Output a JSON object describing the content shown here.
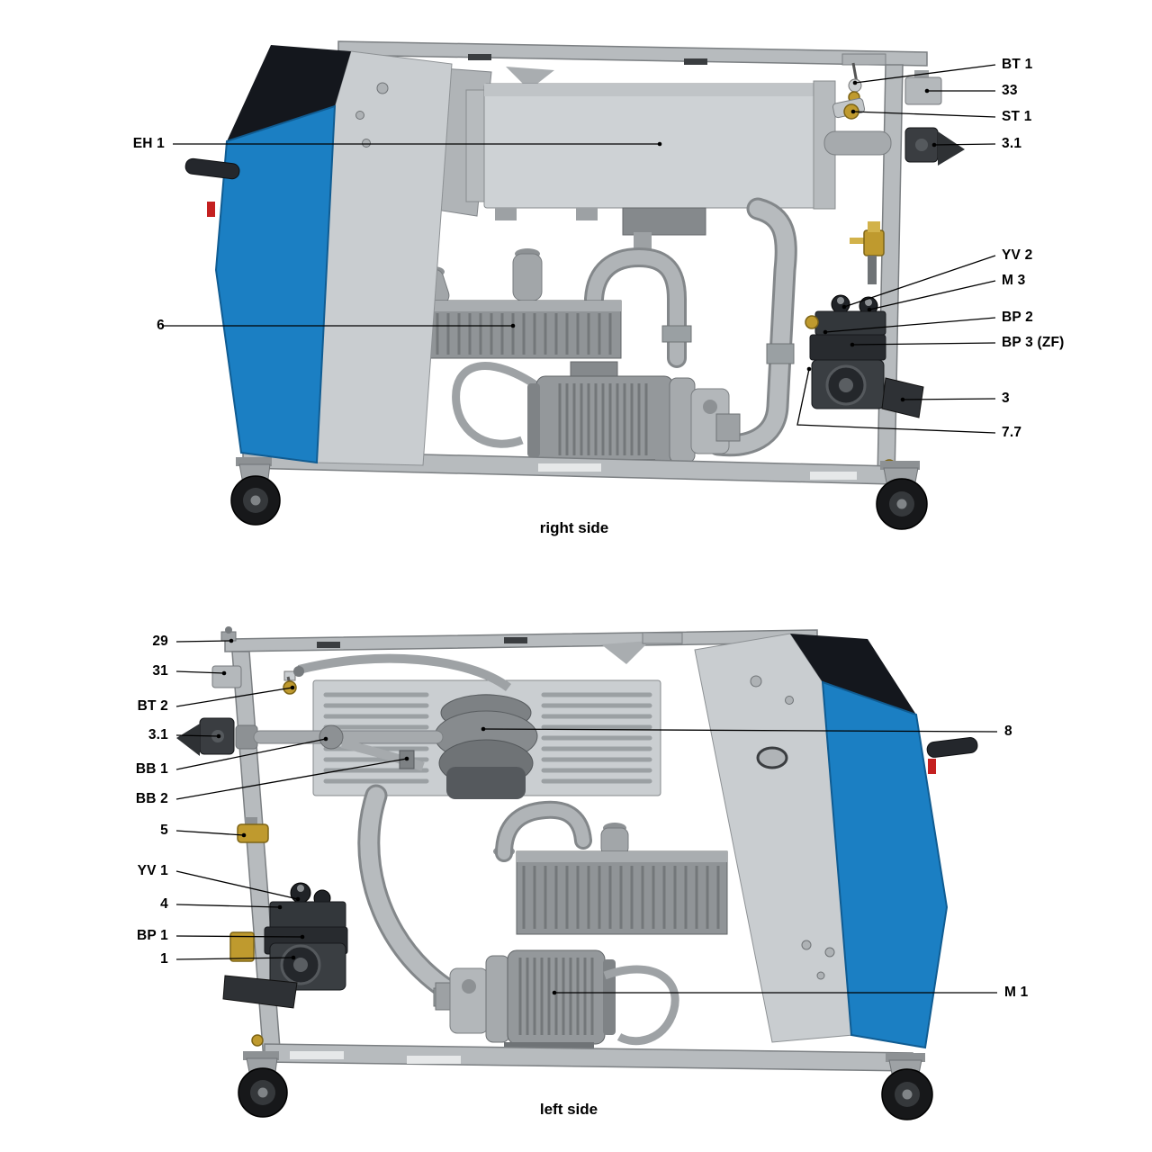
{
  "document": {
    "type": "technical-parts-diagram",
    "background": "#ffffff"
  },
  "colors": {
    "frame_gray": "#b7bbbe",
    "panel_gray": "#c9cdd0",
    "panel_blue": "#1b7fc3",
    "panel_dark": "#14171d",
    "brass": "#bf9a2e",
    "accent_red": "#c42020",
    "wheel_black": "#17181a",
    "leader_line": "#000000",
    "label_text": "#000000"
  },
  "views": {
    "right_side": {
      "caption": "right side",
      "labels_left": [
        "EH 1",
        "6"
      ],
      "labels_right": [
        "BT 1",
        "33",
        "ST 1",
        "3.1",
        "YV 2",
        "M 3",
        "BP 2",
        "BP 3 (ZF)",
        "3",
        "7.7"
      ]
    },
    "left_side": {
      "caption": "left side",
      "labels_left": [
        "29",
        "31",
        "BT 2",
        "3.1",
        "BB 1",
        "BB 2",
        "5",
        "YV 1",
        "4",
        "BP 1",
        "1"
      ],
      "labels_right": [
        "8",
        "M 1"
      ]
    }
  }
}
